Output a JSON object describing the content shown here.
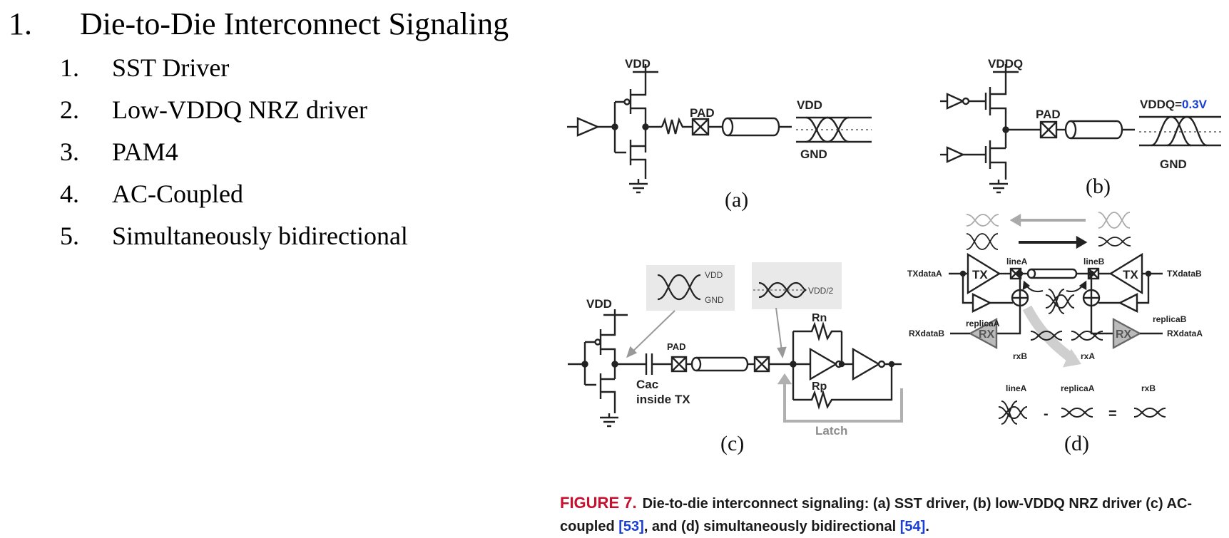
{
  "outline": {
    "heading": {
      "number": "1.",
      "text": "Die-to-Die Interconnect Signaling"
    },
    "items": [
      {
        "number": "1.",
        "text": "SST Driver"
      },
      {
        "number": "2.",
        "text": "Low-VDDQ NRZ driver"
      },
      {
        "number": "3.",
        "text": "PAM4"
      },
      {
        "number": "4.",
        "text": "AC-Coupled"
      },
      {
        "number": "5.",
        "text": "Simultaneously bidirectional"
      }
    ]
  },
  "figure": {
    "panel_a": {
      "label": "(a)",
      "vdd": "VDD",
      "pad": "PAD",
      "eye_top": "VDD",
      "eye_bottom": "GND"
    },
    "panel_b": {
      "label": "(b)",
      "vddq": "VDDQ",
      "pad": "PAD",
      "eye_top_prefix": "VDDQ=",
      "eye_top_value": "0.3V",
      "eye_bottom": "GND",
      "accent_color": "#1a3fd6"
    },
    "panel_c": {
      "label": "(c)",
      "vdd": "VDD",
      "pad": "PAD",
      "cap_line1": "Cac",
      "cap_line2": "inside TX",
      "rn": "Rn",
      "rp": "Rp",
      "latch": "Latch",
      "eye1_top": "VDD",
      "eye1_bottom": "GND",
      "eye2_level": "VDD/2"
    },
    "panel_d": {
      "label": "(d)",
      "tx": "TX",
      "rx": "RX",
      "txdata_a": "TXdataA",
      "txdata_b": "TXdataB",
      "rxdata_a": "RXdataA",
      "rxdata_b": "RXdataB",
      "line_a": "lineA",
      "line_b": "lineB",
      "replica_a": "replicaA",
      "replica_b": "replicaB",
      "rx_a": "rxA",
      "rx_b": "rxB",
      "eq_line_a": "lineA",
      "eq_replica_a": "replicaA",
      "eq_rx_b": "rxB",
      "minus": "-",
      "equals": "="
    }
  },
  "caption": {
    "figure_label": "FIGURE 7.",
    "part1": "Die-to-die interconnect signaling: (a) SST driver, (b) low-VDDQ NRZ driver (c) AC-coupled ",
    "ref1": "[53]",
    "part2": ", and (d) simultaneously bidirectional ",
    "ref2": "[54]",
    "part3": ".",
    "figure_label_color": "#c8102e",
    "ref_color": "#1a3fd6"
  }
}
